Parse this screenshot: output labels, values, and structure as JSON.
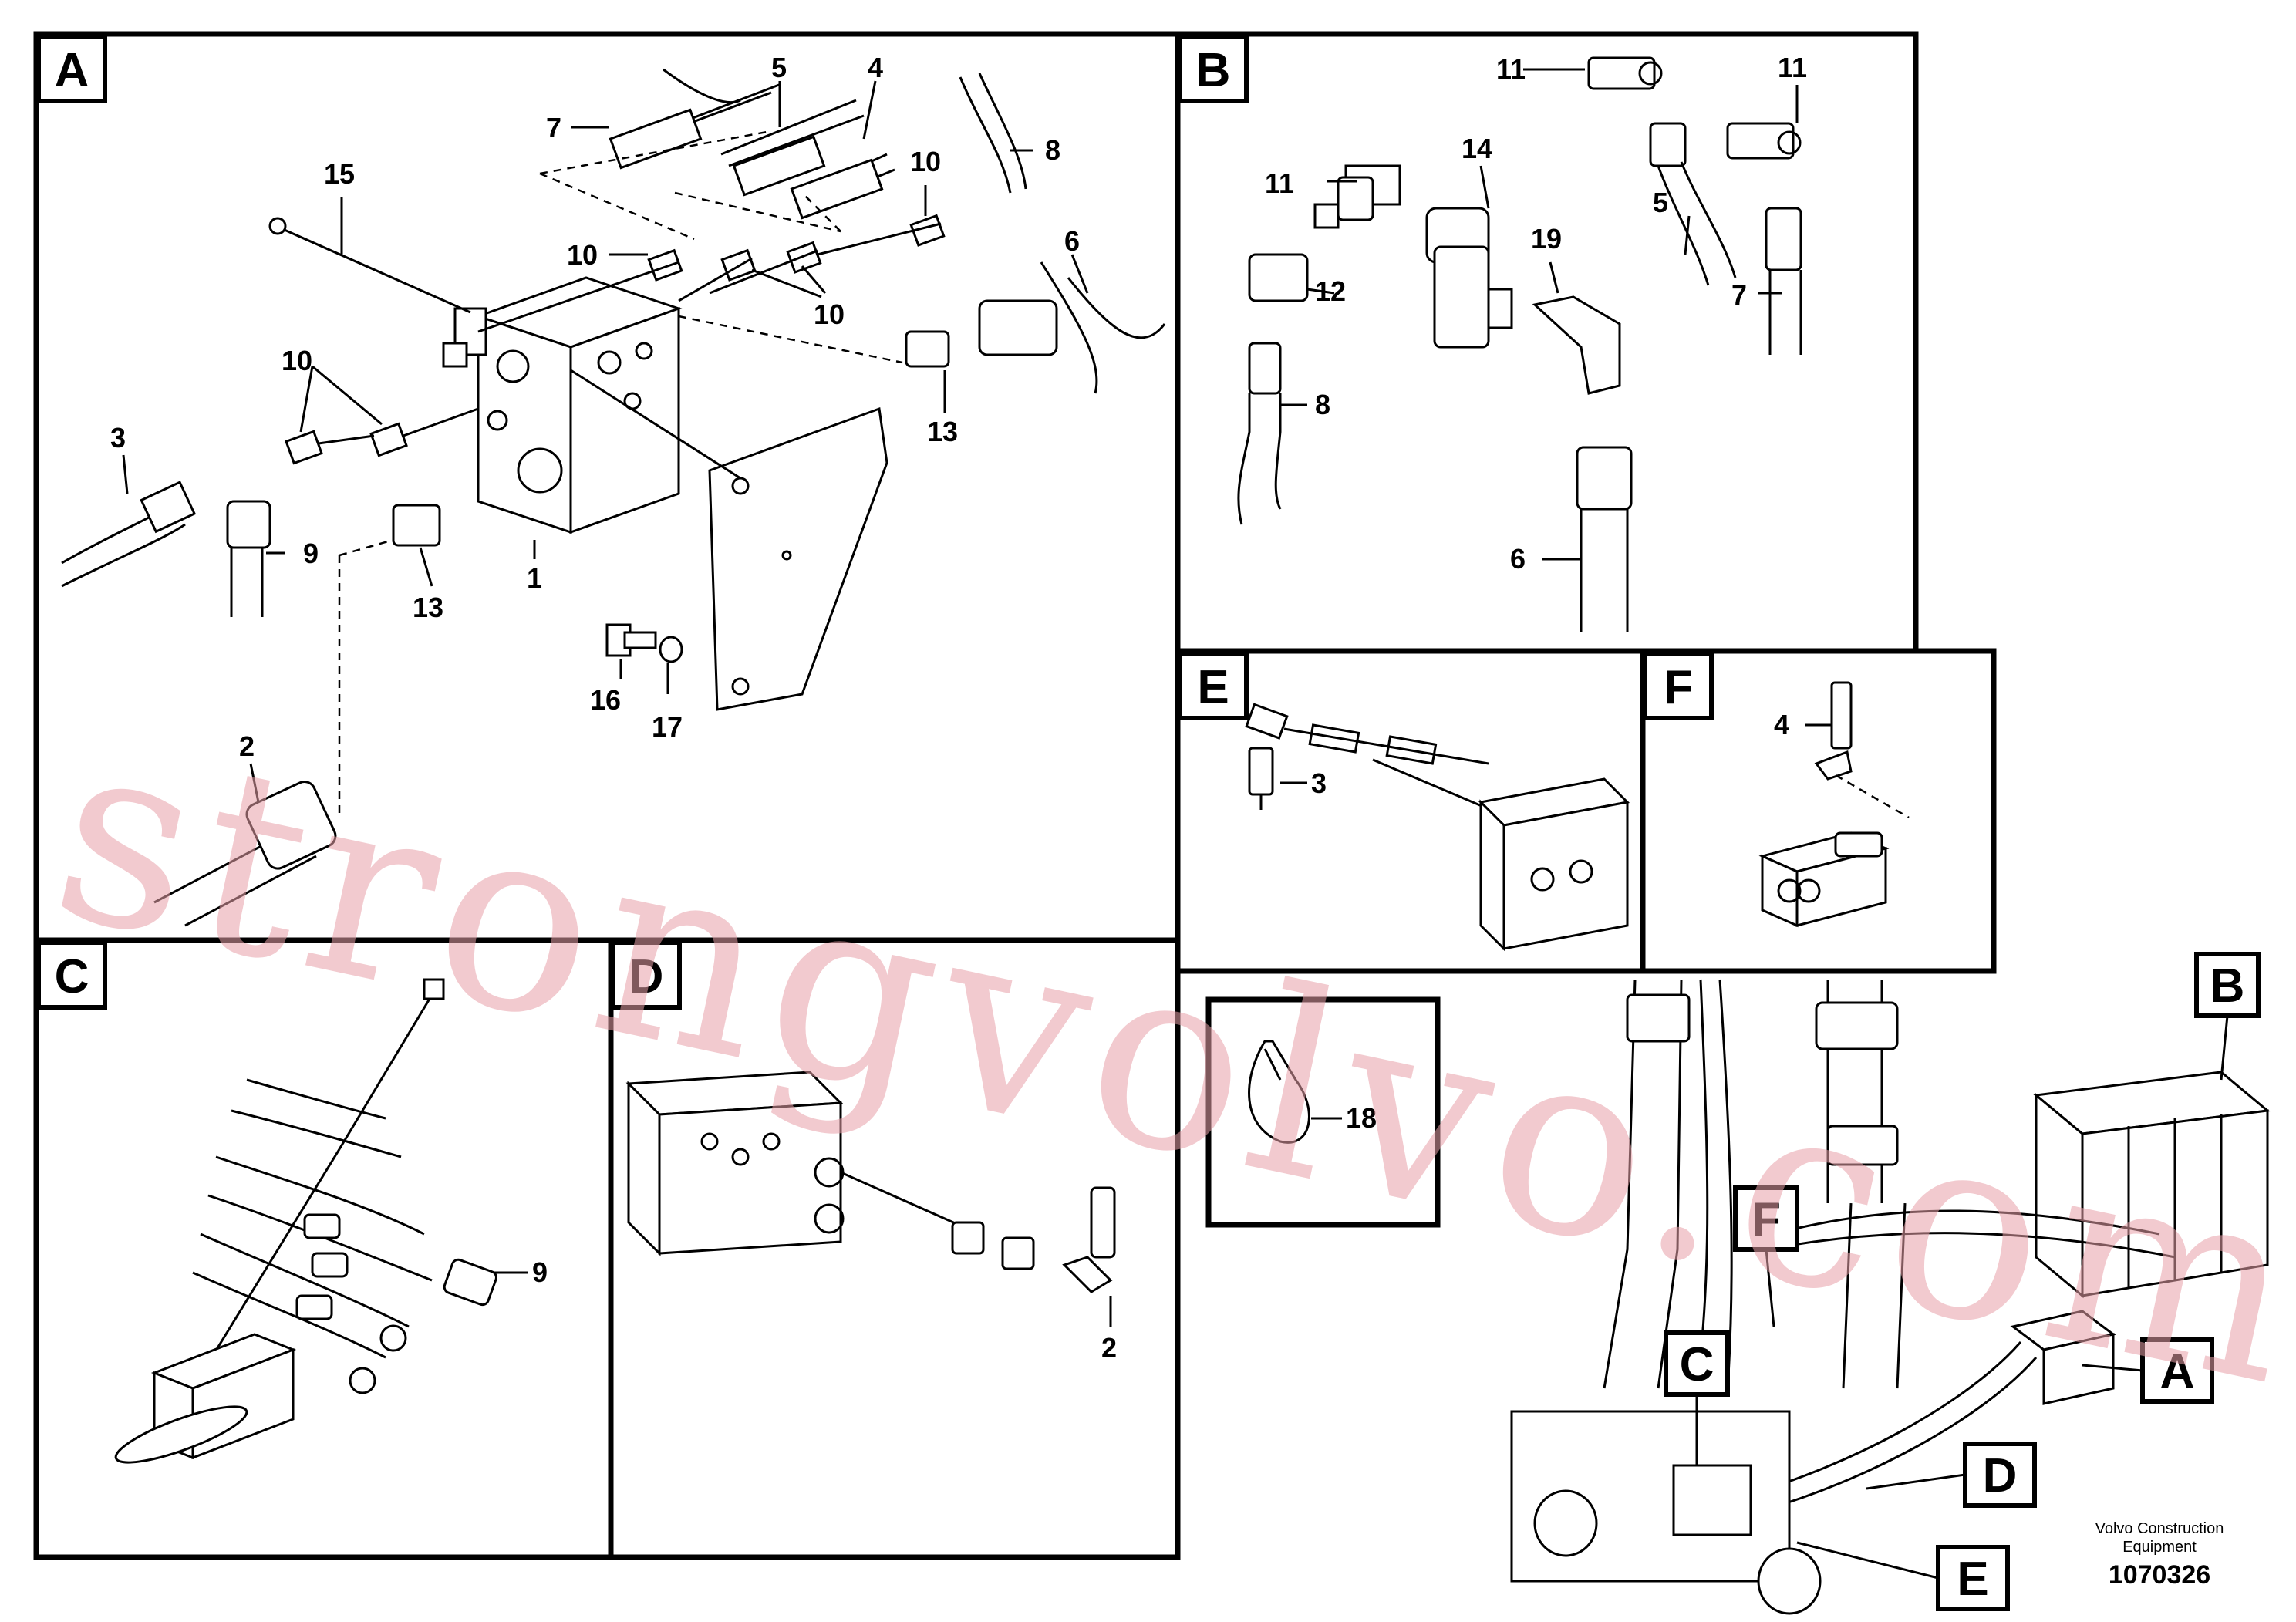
{
  "panels": {
    "A": {
      "label": "A"
    },
    "B": {
      "label": "B"
    },
    "C": {
      "label": "C"
    },
    "D": {
      "label": "D"
    },
    "E": {
      "label": "E"
    },
    "F": {
      "label": "F"
    }
  },
  "overview_tags": [
    "A",
    "B",
    "C",
    "D",
    "E",
    "F"
  ],
  "callouts": {
    "A": [
      "1",
      "2",
      "3",
      "4",
      "5",
      "6",
      "7",
      "8",
      "9",
      "10",
      "10",
      "10",
      "10",
      "13",
      "13",
      "15",
      "16",
      "17"
    ],
    "B": [
      "5",
      "6",
      "7",
      "8",
      "11",
      "11",
      "11",
      "12",
      "14",
      "19"
    ],
    "C": [
      "9"
    ],
    "D": [
      "2"
    ],
    "E": [
      "3"
    ],
    "F": [
      "4"
    ],
    "clip": [
      "18"
    ]
  },
  "footer": {
    "brand_line1": "Volvo Construction",
    "brand_line2": "Equipment",
    "drawing_number": "1070326"
  },
  "watermark": "strongvolvo.com"
}
